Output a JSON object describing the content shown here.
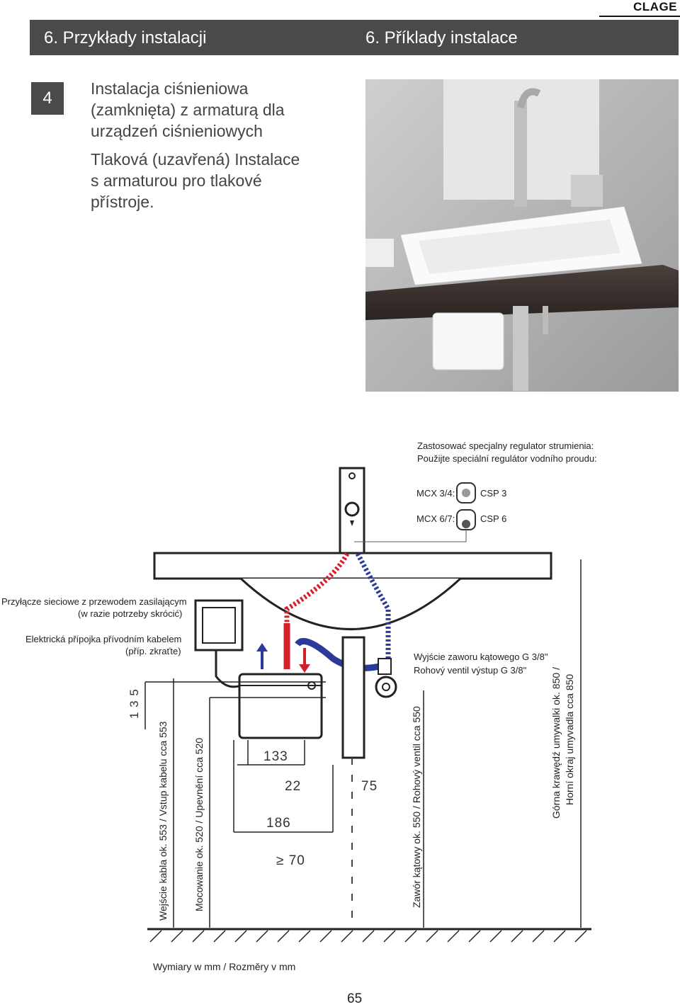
{
  "brand": "CLAGE",
  "header": {
    "left_title": "6. Przykłady instalacji",
    "right_title": "6. Příklady instalace"
  },
  "section": {
    "number": "4",
    "title_pl_1": "Instalacja ciśnieniowa",
    "title_pl_2": "(zamknięta) z armaturą dla",
    "title_pl_3": "urządzeń ciśnieniowych",
    "title_cs_1": "Tlaková (uzavřená) Instalace",
    "title_cs_2": "s armaturou pro tlakové",
    "title_cs_3": "přístroje."
  },
  "diagram": {
    "regulator_pl": "Zastosować specjalny regulator strumienia:",
    "regulator_cs": "Použijte speciální regulátor vodního proudu:",
    "mcx34": "MCX 3/4:",
    "csp3": "CSP 3",
    "mcx67": "MCX 6/7:",
    "csp6": "CSP 6",
    "power_pl_1": "Przyłącze sieciowe z przewodem zasilającym",
    "power_pl_2": "(w razie potrzeby skrócić)",
    "power_cs_1": "Elektrická přípojka přívodním kabelem",
    "power_cs_2": "(příp. zkraťte)",
    "valve_pl": "Wyjście zaworu kątowego G 3/8\"",
    "valve_cs": "Rohový ventil výstup G 3/8\"",
    "dim_135": "1 3 5",
    "dim_133": "133",
    "dim_22": "22",
    "dim_75": "75",
    "dim_186": "186",
    "dim_70": "≥ 70",
    "v_cable": "Wejście kabla ok. 553 / Vstup kabelu cca 553",
    "v_mount": "Mocowanie ok. 520 / Upevnění cca 520",
    "v_valve": "Zawór kątowy ok. 550 / Rohový ventil cca 550",
    "v_basin_pl": "Górna krawędź umywalki ok. 850 /",
    "v_basin_cs": "Horní okraj umyvadla cca 850",
    "units": "Wymiary w mm  /  Rozměry v mm"
  },
  "page_number": "65",
  "colors": {
    "hot": "#d4202a",
    "cold": "#2b3a9a",
    "header": "#4a4a4a"
  }
}
